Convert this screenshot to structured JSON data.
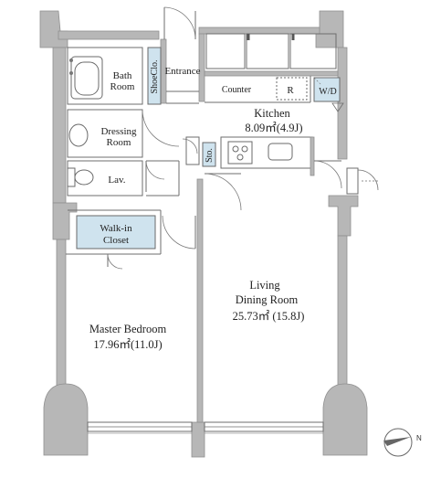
{
  "rooms": {
    "bath": {
      "line1": "Bath",
      "line2": "Room"
    },
    "shoe_closet": "ShoeClo.",
    "entrance": "Entrance",
    "counter": "Counter",
    "refrigerator": "R",
    "washer_dryer": "W/D",
    "kitchen": {
      "name": "Kitchen",
      "area": "8.09㎡(4.9J)"
    },
    "dressing": {
      "line1": "Dressing",
      "line2": "Room"
    },
    "storage": "Sto.",
    "lavatory": "Lav.",
    "walk_in_closet": {
      "line1": "Walk-in",
      "line2": "Closet"
    },
    "living": {
      "line1": "Living",
      "line2": "Dining Room",
      "area": "25.73㎡ (15.8J)"
    },
    "master_bedroom": {
      "name": "Master Bedroom",
      "area": "17.96㎡(11.0J)"
    }
  },
  "compass": {
    "north_label": "N"
  },
  "colors": {
    "wall": "#b7b7b7",
    "storage_fill": "#cfe3ee",
    "line": "#6e6e6e"
  }
}
